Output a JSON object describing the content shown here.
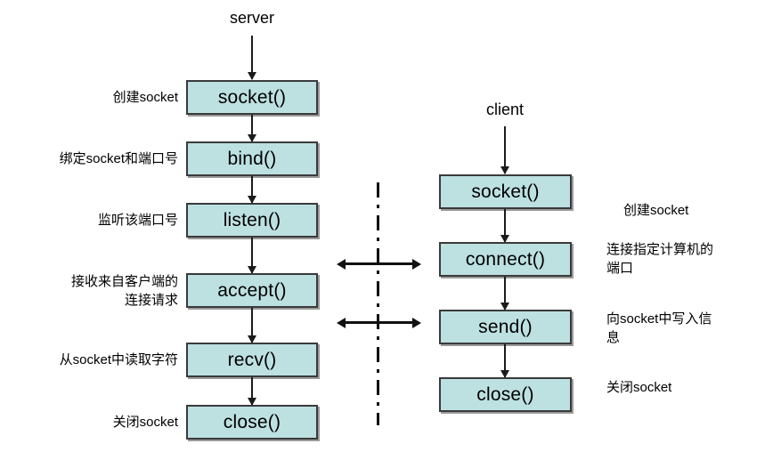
{
  "diagram": {
    "title_server": "server",
    "title_client": "client",
    "box_fill": "#bde0e1",
    "box_border": "#3a3a3a",
    "line_color": "#111111",
    "background": "#ffffff"
  },
  "server": {
    "title": "server",
    "steps": [
      {
        "call": "socket()",
        "note": "创建socket"
      },
      {
        "call": "bind()",
        "note": "绑定socket和端口号"
      },
      {
        "call": "listen()",
        "note": "监听该端口号"
      },
      {
        "call": "accept()",
        "note_line1": "接收来自客户端的",
        "note_line2": "连接请求"
      },
      {
        "call": "recv()",
        "note": "从socket中读取字符"
      },
      {
        "call": "close()",
        "note": "关闭socket"
      }
    ]
  },
  "client": {
    "title": "client",
    "steps": [
      {
        "call": "socket()",
        "note": "创建socket"
      },
      {
        "call": "connect()",
        "note_line1": "连接指定计算机的",
        "note_line2": "端口"
      },
      {
        "call": "send()",
        "note_line1": "向socket中写入信",
        "note_line2": "息"
      },
      {
        "call": "close()",
        "note": "关闭socket"
      }
    ]
  },
  "connectors": {
    "divider_style": "dash-dot-vertical",
    "cross_arrows": [
      {
        "label": "connect-accept-link"
      },
      {
        "label": "send-recv-link"
      }
    ]
  }
}
